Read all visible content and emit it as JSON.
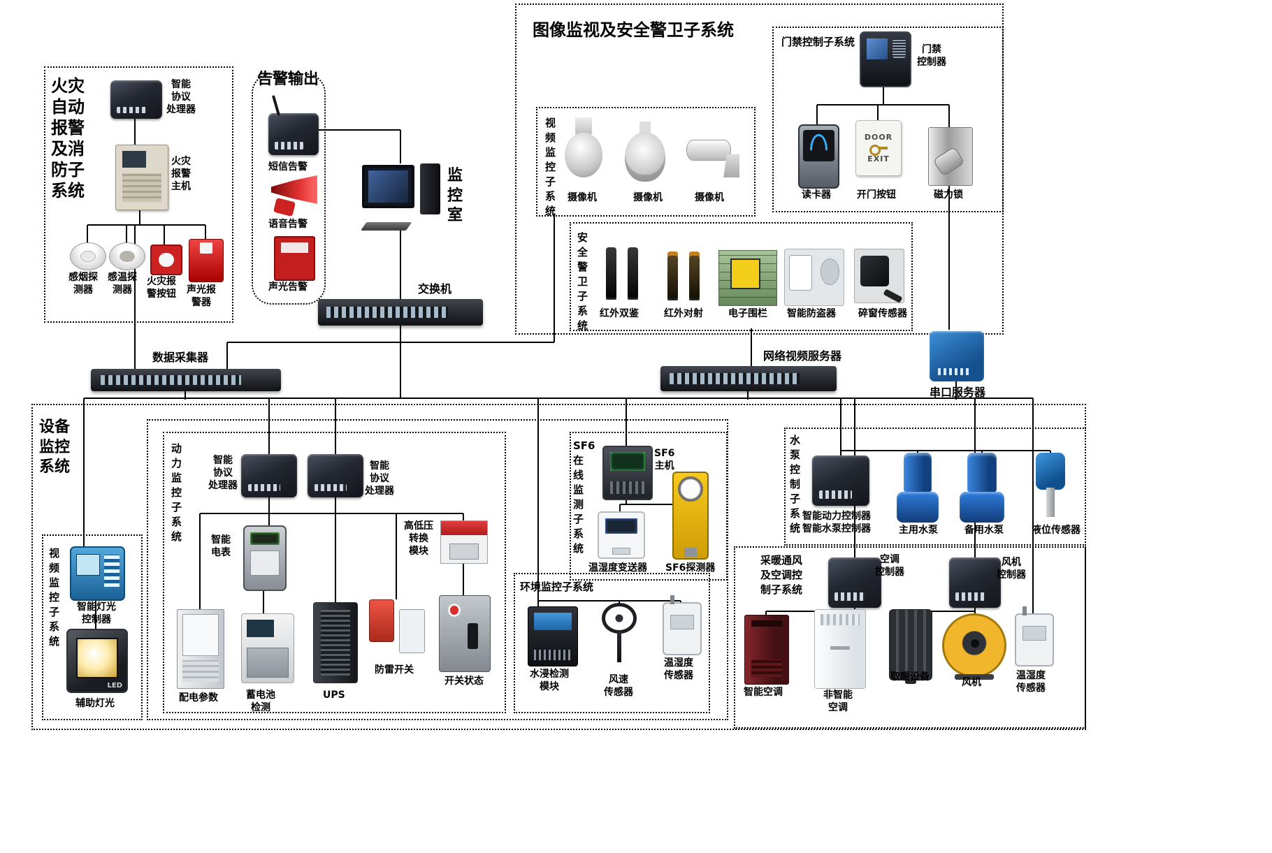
{
  "titles": {
    "image_security": "图像监视及安全警卫子系统",
    "access": "门禁控制子系统",
    "video_top": "视\n频\n监\n控\n子\n系\n统",
    "security": "安\n全\n警\n卫\n子\n系\n统",
    "fire": "火灾\n自动\n报警\n及消\n防子\n系统",
    "alarm_output": "告警输出",
    "monitor_room": "监\n控\n室",
    "device_monitor": "设备\n监控\n系统",
    "video_bottom": "视\n频\n监\n控\n子\n系\n统",
    "power": "动\n力\n监\n控\n子\n系\n统",
    "sf6": "SF6\n在\n线\n监\n测\n子\n系\n统",
    "env": "环境监控子系统",
    "pump": "水\n泵\n控\n制\n子\n系\n统",
    "hvac": "采暖通风\n及空调控\n制子系统"
  },
  "labels": {
    "fire_pp": "智能\n协议\n处理器",
    "fire_host": "火灾\n报警\n主机",
    "smoke": "感烟探\n测器",
    "heat": "感温探\n测器",
    "fire_btn": "火灾报\n警按钮",
    "sound_light": "声光报\n警器",
    "sms": "短信告警",
    "voice": "语音告警",
    "sl_out": "声光告警",
    "switch": "交换机",
    "collector": "数据采集器",
    "nvs": "网络视频服务器",
    "serial": "串口服务器",
    "access_ctrl": "门禁\n控制器",
    "reader": "读卡器",
    "door_btn": "开门按钮",
    "maglock": "磁力锁",
    "cam1": "摄像机",
    "cam2": "摄像机",
    "cam3": "摄像机",
    "ir_dual": "红外双鉴",
    "ir_beam": "红外对射",
    "efence": "电子围栏",
    "anti_theft": "智能防盗器",
    "win_sensor": "碎窗传感器",
    "light_ctrl": "智能灯光\n控制器",
    "aux_light": "辅助灯光",
    "pp1": "智能\n协议\n处理器",
    "pp2": "智能\n协议\n处理器",
    "meter": "智能\n电表",
    "hvlv": "高低压\n转换\n模块",
    "dist": "配电参数",
    "battery": "蓄电池\n检测",
    "ups": "UPS",
    "lightning": "防雷开关",
    "sw_status": "开关状态",
    "sf6_host": "SF6\n主机",
    "th_trans": "温湿度变送器",
    "sf6_det": "SF6探测器",
    "water_mod": "水浸检测\n模块",
    "wind": "风速\n传感器",
    "th1": "温湿度\n传感器",
    "pump_ctrl": "智能动力控制器\n智能水泵控制器",
    "pump_main": "主用水泵",
    "pump_backup": "备用水泵",
    "level": "液位传感器",
    "ac_ctrl": "空调\n控制器",
    "fan_ctrl": "风机\n控制器",
    "smart_ac": "智能空调",
    "plain_ac": "非智能\n空调",
    "heater": "取暖设备",
    "fan": "风机",
    "th2": "温湿度\n传感器",
    "door_word": "DOOR",
    "exit_word": "EXIT",
    "led_word": "LED"
  },
  "colors": {
    "line": "#000000",
    "accent_blue": "#1a6fd4",
    "alarm_red": "#c41f1f",
    "warning_yellow": "#f2ce1b"
  }
}
